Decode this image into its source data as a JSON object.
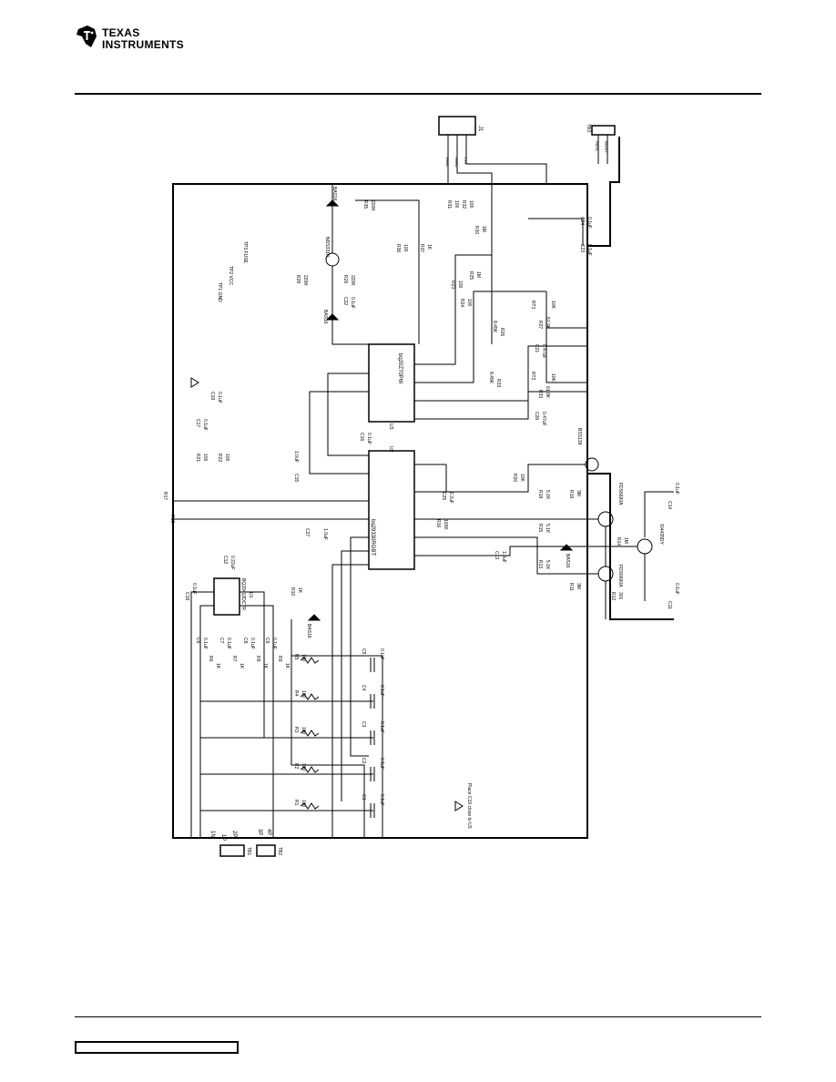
{
  "header": {
    "logo_line1": "TEXAS",
    "logo_line2": "INSTRUMENTS"
  },
  "schematic": {
    "ic_u1": "BQ29412DCTR",
    "ic_u1_ref": "U1",
    "ic_u2": "bq29330RGBT",
    "ic_u2_ref": "U2",
    "ic_u3": "bq20Z70PW",
    "ic_u3_ref": "U3",
    "q4": "NDS331N",
    "q5": "BSS138",
    "q1": "FDS6690A",
    "q3": "FDS6690A",
    "q2": "SI4435DY",
    "d1": "BAS16",
    "d3": "BAS16",
    "d4": "BAS16",
    "d6": "BAS16",
    "j1": "J1",
    "tb1": "TB1",
    "tb2": "TB2",
    "tb3": "TB3",
    "tp1": "TP1 GND",
    "tp2": "TP2 VCC",
    "tp3": "TP3 FUSE",
    "note": "Place C19 close to U3",
    "r_top": [
      {
        "ref": "R35",
        "val": "220K"
      },
      {
        "ref": "R31",
        "val": "100"
      },
      {
        "ref": "R32",
        "val": "100"
      },
      {
        "ref": "R30",
        "val": "1M"
      },
      {
        "ref": "R36",
        "val": "100"
      },
      {
        "ref": "R37",
        "val": "1K"
      },
      {
        "ref": "R25",
        "val": "1M"
      },
      {
        "ref": "R28",
        "val": "220K"
      },
      {
        "ref": "R29",
        "val": "220K"
      },
      {
        "ref": "R23",
        "val": "100"
      },
      {
        "ref": "R24",
        "val": "100"
      }
    ],
    "r_therm": [
      {
        "ref": "R26",
        "val": "8.45K"
      },
      {
        "ref": "R27",
        "val": "61.9K"
      },
      {
        "ref": "R34",
        "val": "8.45K"
      },
      {
        "ref": "R33",
        "val": "61.9K"
      },
      {
        "ref": "RT1",
        "val": "10K"
      },
      {
        "ref": "RT2",
        "val": "10K"
      }
    ],
    "r_cells": [
      {
        "ref": "R1",
        "val": "100"
      },
      {
        "ref": "R2",
        "val": "100"
      },
      {
        "ref": "R3",
        "val": "100"
      },
      {
        "ref": "R4",
        "val": "100"
      },
      {
        "ref": "R5",
        "val": "100"
      }
    ],
    "c_cells": [
      {
        "ref": "C1",
        "val": "0.1uF"
      },
      {
        "ref": "C2",
        "val": "0.1uF"
      },
      {
        "ref": "C3",
        "val": "0.1uF"
      },
      {
        "ref": "C4",
        "val": "0.1uF"
      },
      {
        "ref": "C5",
        "val": "0.1uF"
      }
    ],
    "r_mid": [
      {
        "ref": "R6",
        "val": "1K"
      },
      {
        "ref": "R7",
        "val": "1K"
      },
      {
        "ref": "R8",
        "val": "1K"
      },
      {
        "ref": "R9",
        "val": "1K"
      },
      {
        "ref": "R10",
        "val": "1K"
      }
    ],
    "c_mid": [
      {
        "ref": "C6",
        "val": "0.1uF"
      },
      {
        "ref": "C7",
        "val": "0.1uF"
      },
      {
        "ref": "C8",
        "val": "0.1uF"
      },
      {
        "ref": "C9",
        "val": "0.1uF"
      },
      {
        "ref": "C12",
        "val": "0.22uF"
      },
      {
        "ref": "C18",
        "val": "0.1uF"
      }
    ],
    "r_fet": [
      {
        "ref": "R11",
        "val": "3M"
      },
      {
        "ref": "R12",
        "val": "301"
      },
      {
        "ref": "R13",
        "val": "5.1K"
      },
      {
        "ref": "R14",
        "val": "1M"
      },
      {
        "ref": "R15",
        "val": "5.1K"
      },
      {
        "ref": "R18",
        "val": "5.1K"
      },
      {
        "ref": "R19",
        "val": "3M"
      },
      {
        "ref": "R20",
        "val": "10K"
      },
      {
        "ref": "R16",
        "val": "100K"
      }
    ],
    "c_misc": [
      {
        "ref": "C11",
        "val": "0.1uF"
      },
      {
        "ref": "C14",
        "val": "0.1uF"
      },
      {
        "ref": "C13",
        "val": "1.0uF"
      },
      {
        "ref": "C15",
        "val": "1.0uF"
      },
      {
        "ref": "C16",
        "val": "0.1uF"
      },
      {
        "ref": "C17",
        "val": "0.1uF"
      },
      {
        "ref": "C19",
        "val": "0.1uF"
      },
      {
        "ref": "C21",
        "val": "0.47uF"
      },
      {
        "ref": "C26",
        "val": "0.47uF"
      },
      {
        "ref": "C22",
        "val": "0.1uF"
      },
      {
        "ref": "C23",
        "val": "0.1uF"
      },
      {
        "ref": "C24",
        "val": "0.1uF"
      },
      {
        "ref": "C25",
        "val": "2.2uF"
      },
      {
        "ref": "C27",
        "val": "1.0uF"
      }
    ],
    "r_sense": [
      {
        "ref": "R17",
        "val": "R17"
      },
      {
        "ref": "R18b",
        "val": "R18"
      },
      {
        "ref": "R21",
        "val": "100"
      },
      {
        "ref": "R22",
        "val": "100"
      }
    ],
    "tb1_pins": [
      "1N",
      "2P",
      "1P"
    ],
    "tb2_pins": [
      "3P",
      "4P"
    ],
    "j1_pins": [
      "SMBC",
      "SMBD",
      "VSS"
    ],
    "tb3_pins": [
      "PACK-",
      "PACK+"
    ]
  }
}
